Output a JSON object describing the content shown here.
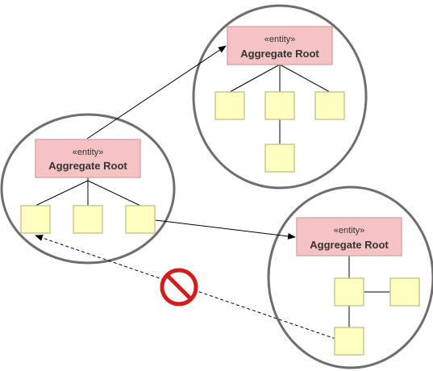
{
  "aggregates": [
    {
      "id": "left",
      "stereotype": "«entity»",
      "name": "Aggregate Root"
    },
    {
      "id": "top",
      "stereotype": "«entity»",
      "name": "Aggregate Root"
    },
    {
      "id": "bottom",
      "stereotype": "«entity»",
      "name": "Aggregate Root"
    }
  ],
  "colors": {
    "boundary": "#6e6e6e",
    "root_fill": "#f6c3c4",
    "root_stroke": "#d6a9aa",
    "entity_fill": "#ffffc0",
    "entity_stroke": "#c8c890",
    "line": "#000000",
    "forbidden": "#d21d1d"
  },
  "icons": {
    "forbidden_reference": "no-entry-icon"
  }
}
